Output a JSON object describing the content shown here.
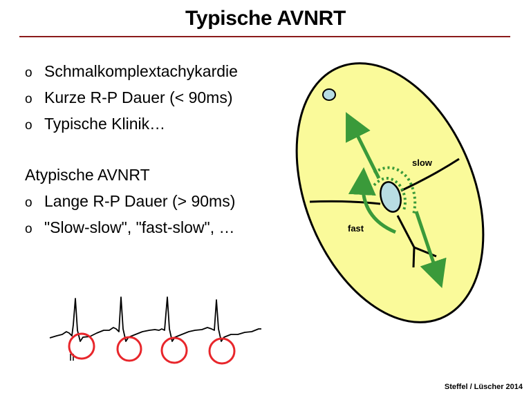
{
  "slide": {
    "title": "Typische AVNRT",
    "bullets": [
      "Schmalkomplextachykardie",
      "Kurze R-P Dauer (< 90ms)",
      "Typische Klinik…"
    ],
    "subheading": "Atypische AVNRT",
    "bullets2": [
      "Lange R-P Dauer (> 90ms)",
      "\"Slow-slow\", \"fast-slow\", …"
    ],
    "bullet_marker": "o",
    "citation": "Steffel / Lüscher 2014"
  },
  "diagram": {
    "label_slow": "slow",
    "label_fast": "fast",
    "colors": {
      "heart_fill": "#fafa9a",
      "node_fill": "#b8dde3",
      "pathway_green": "#3a9a3a",
      "highlight_circle": "#e8262b",
      "title_rule": "#8b1a1a"
    }
  }
}
